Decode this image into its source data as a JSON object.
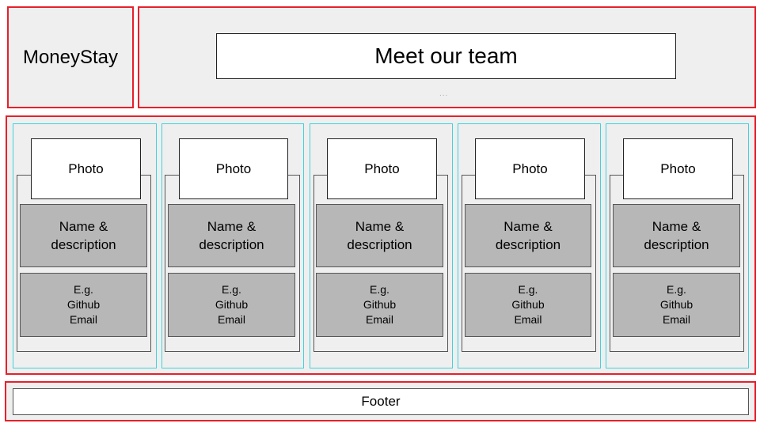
{
  "logo": "MoneyStay",
  "header": {
    "title": "Meet our team",
    "dots": "..."
  },
  "cards": [
    {
      "photo": "Photo",
      "name_line1": "Name &",
      "name_line2": "description",
      "links": [
        "E.g.",
        "Github",
        "Email"
      ]
    },
    {
      "photo": "Photo",
      "name_line1": "Name &",
      "name_line2": "description",
      "links": [
        "E.g.",
        "Github",
        "Email"
      ]
    },
    {
      "photo": "Photo",
      "name_line1": "Name &",
      "name_line2": "description",
      "links": [
        "E.g.",
        "Github",
        "Email"
      ]
    },
    {
      "photo": "Photo",
      "name_line1": "Name &",
      "name_line2": "description",
      "links": [
        "E.g.",
        "Github",
        "Email"
      ]
    },
    {
      "photo": "Photo",
      "name_line1": "Name &",
      "name_line2": "description",
      "links": [
        "E.g.",
        "Github",
        "Email"
      ]
    }
  ],
  "footer": "Footer",
  "colors": {
    "region_border": "#e8202a",
    "card_border": "#3fd3dd",
    "panel_fill": "#efefef",
    "info_fill": "#b7b7b7"
  }
}
